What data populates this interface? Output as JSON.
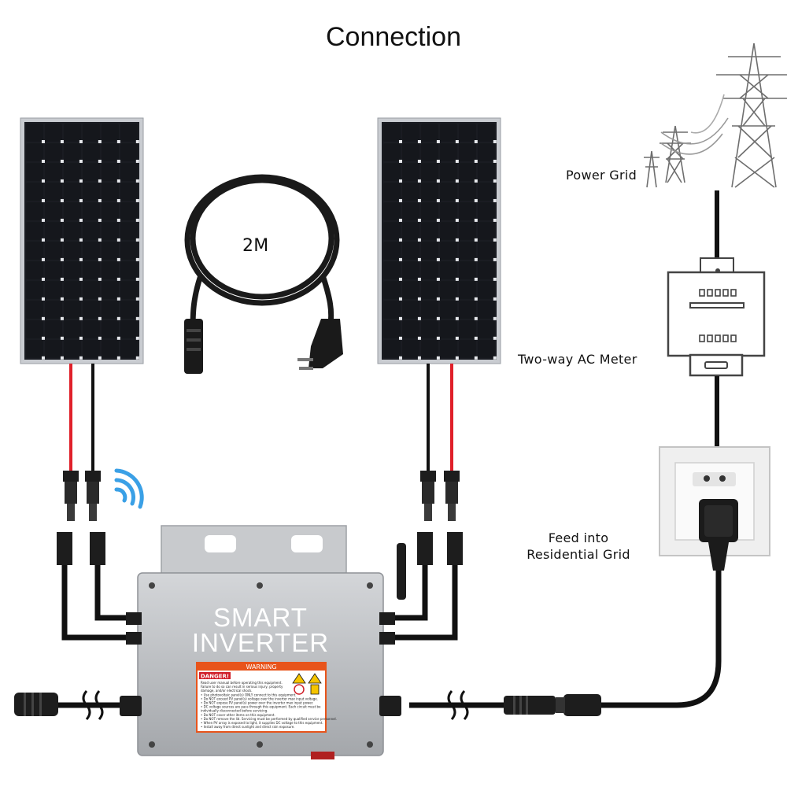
{
  "title": "Connection",
  "cable": {
    "length_label": "2M"
  },
  "labels": {
    "power_grid": "Power Grid",
    "meter": "Two-way AC Meter",
    "feed_line1": "Feed into",
    "feed_line2": "Residential Grid"
  },
  "inverter": {
    "brand_line1": "SMART",
    "brand_line2": "INVERTER",
    "warning_header": "WARNING",
    "danger_title": "DANGER!",
    "danger_lines": [
      "Read user manual before operating this equipment.",
      "Failure to do so can result in serious injury, property",
      "damage, and/or electrical shock.",
      "• Use photovoltaic panel(s) ONLY connect to this equipment.",
      "• Do NOT exceed PV panel(s) voltage over the inverter max input voltage.",
      "• Do NOT expose PV panel(s) power over the inverter max input power.",
      "• DC voltage sources are pass through this equipment. Each circuit must be",
      "  individually disconnected before servicing.",
      "• Do NOT cover other items on this equipment.",
      "• Do NOT remove the lid. Servicing must be performed by qualified service personnel.",
      "• When PV array is exposed to light, it supplies DC voltage to this equipment.",
      "• Install away from direct sunlight and direct rain exposure."
    ]
  },
  "colors": {
    "panel_frame": "#c9ccd1",
    "cell": "#15171c",
    "wire_red": "#e0202a",
    "wire_black": "#111111",
    "inverter_body": "#b8bbbf",
    "wifi": "#3aa0e6",
    "label_orange": "#e8541b"
  }
}
